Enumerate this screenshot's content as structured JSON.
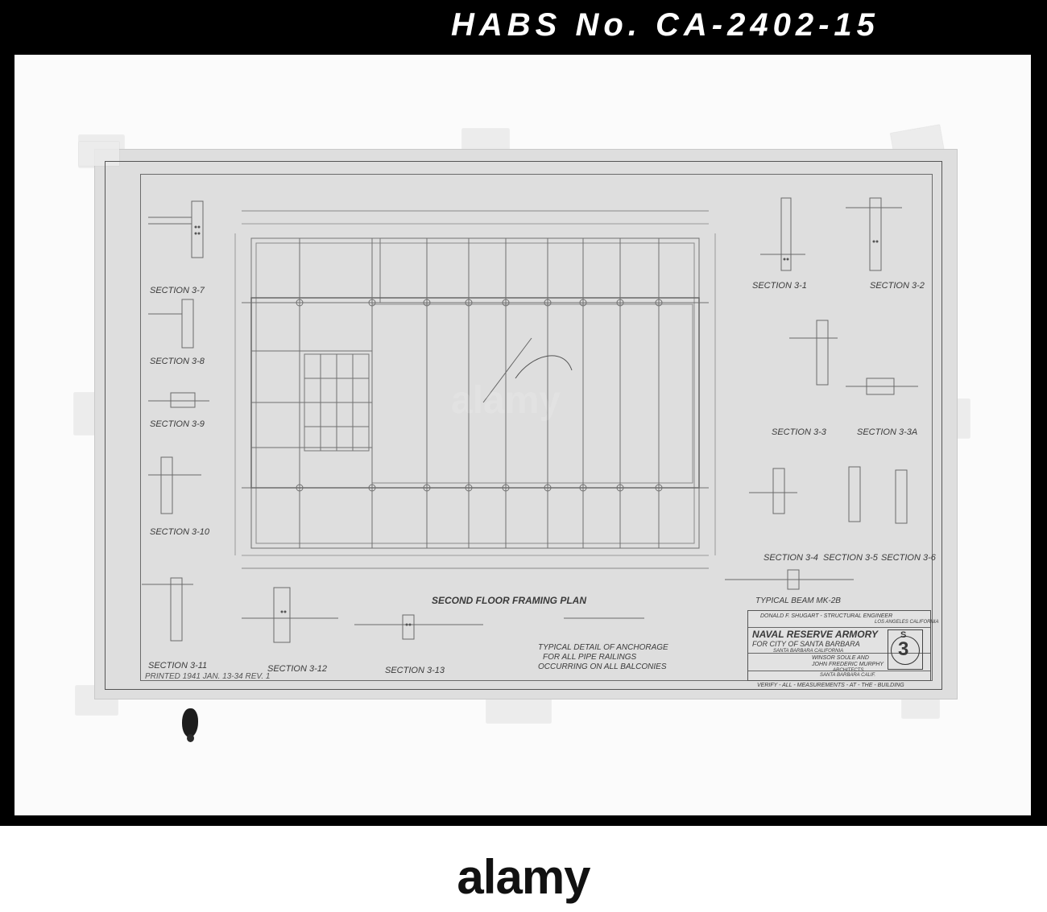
{
  "header": {
    "label": "HABS No. CA-2402-15"
  },
  "drawing": {
    "plan_title": "SECOND FLOOR FRAMING PLAN",
    "sections": {
      "s7": "SECTION 3-7",
      "s8": "SECTION 3-8",
      "s9": "SECTION 3-9",
      "s10": "SECTION 3-10",
      "s11": "SECTION 3-11",
      "s12": "SECTION 3-12",
      "s13": "SECTION 3-13",
      "s1": "SECTION 3-1",
      "s2": "SECTION 3-2",
      "s3": "SECTION 3-3",
      "s4": "SECTION 3-4",
      "s5": "SECTION 3-5",
      "s6": "SECTION 3-6",
      "s3a": "SECTION 3-3A"
    },
    "typical_beam": "TYPICAL BEAM MK-2B",
    "anchorage_note_1": "TYPICAL DETAIL OF ANCHORAGE",
    "anchorage_note_2": "FOR ALL PIPE RAILINGS",
    "anchorage_note_3": "OCCURRING ON ALL BALCONIES",
    "printed": "PRINTED 1941 JAN. 13-34 REV. 1"
  },
  "title_block": {
    "engineer": "DONALD F. SHUGART - STRUCTURAL ENGINEER",
    "engineer_city": "LOS ANGELES CALIFORNIA",
    "project": "NAVAL RESERVE ARMORY",
    "for_city": "FOR CITY OF SANTA BARBARA",
    "location": "SANTA BARBARA CALIFORNIA",
    "architects_1": "WINSOR SOULE AND",
    "architects_2": "JOHN FREDERIC MURPHY",
    "architects_3": "ARCHITECTS",
    "architects_4": "SANTA BARBARA CALIF.",
    "verify": "VERIFY - ALL - MEASUREMENTS - AT - THE - BUILDING",
    "sheet_letter": "S",
    "sheet_number": "3"
  },
  "watermark": {
    "text": "alamy",
    "faint": "alamy"
  }
}
